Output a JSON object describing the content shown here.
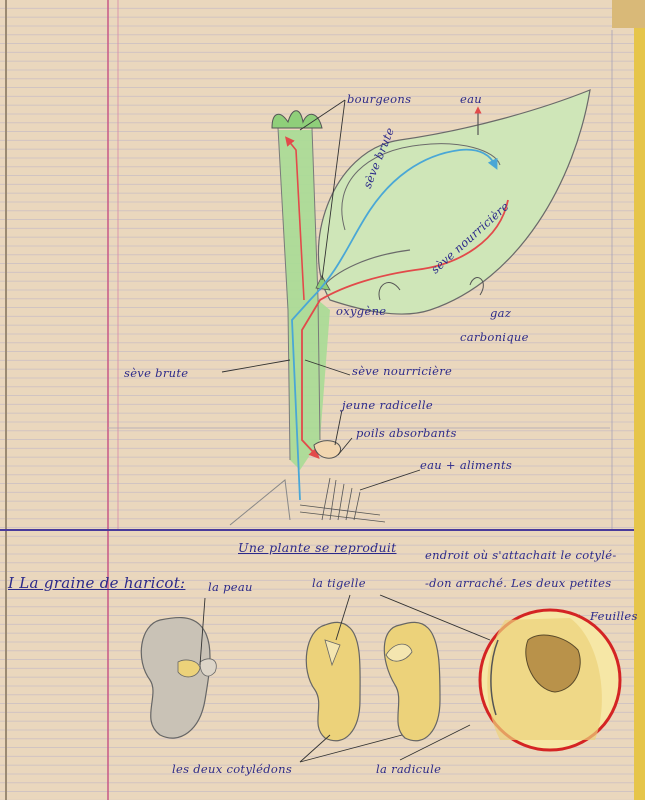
{
  "colors": {
    "paper": "#ead7bd",
    "ink": "#2c2a8a",
    "margin_line": "#c9608a",
    "separator": "#4a3b9b",
    "green_stem": "#a8dc95",
    "raw_sap": "#4aa7d6",
    "elaborated_sap": "#e24a4a",
    "seed_yellow": "#ecd27a",
    "circle_red": "#d42424"
  },
  "diagram": {
    "labels": {
      "buds": "bourgeons",
      "water": "eau",
      "raw_sap_leaf": "sève brute",
      "elaborated_sap_leaf": "sève nourricière",
      "oxygen": "oxygène",
      "gas": "gaz",
      "carbonic": "carbonique",
      "raw_sap_stem": "sève brute",
      "elaborated_sap_stem": "sève nourricière",
      "young_radicle": "jeune radicelle",
      "root_hairs": "poils absorbants",
      "water_food": "eau + aliments"
    }
  },
  "seed_section": {
    "title": "I La graine de haricot:",
    "side_note_line1": "Une plante se reproduit",
    "side_note_line2": "endroit où s'attachait le cotylé-",
    "side_note_line3": "-don arraché. Les deux petites",
    "side_note_line4": "Feuilles",
    "labels": {
      "skin": "la peau",
      "stem": "la tigelle",
      "cotyledons": "les deux cotylédons",
      "radicle": "la radicule"
    }
  }
}
